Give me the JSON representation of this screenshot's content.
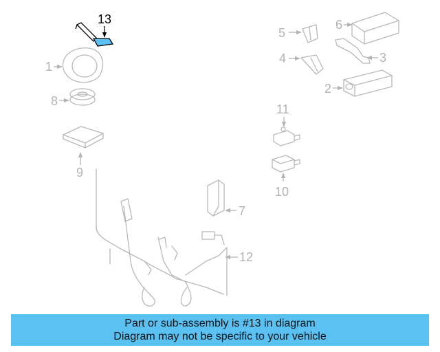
{
  "diagram": {
    "highlight_color": "#5bc0f2",
    "callouts": {
      "c1": "1",
      "c2": "2",
      "c3": "3",
      "c4": "4",
      "c5": "5",
      "c6": "6",
      "c7": "7",
      "c8": "8",
      "c9": "9",
      "c10": "10",
      "c11": "11",
      "c12": "12",
      "c13": "13"
    },
    "highlighted_part": "13"
  },
  "banner": {
    "line1": "Part or sub-assembly is #13 in diagram",
    "line2": "Diagram may not be specific to your vehicle"
  }
}
